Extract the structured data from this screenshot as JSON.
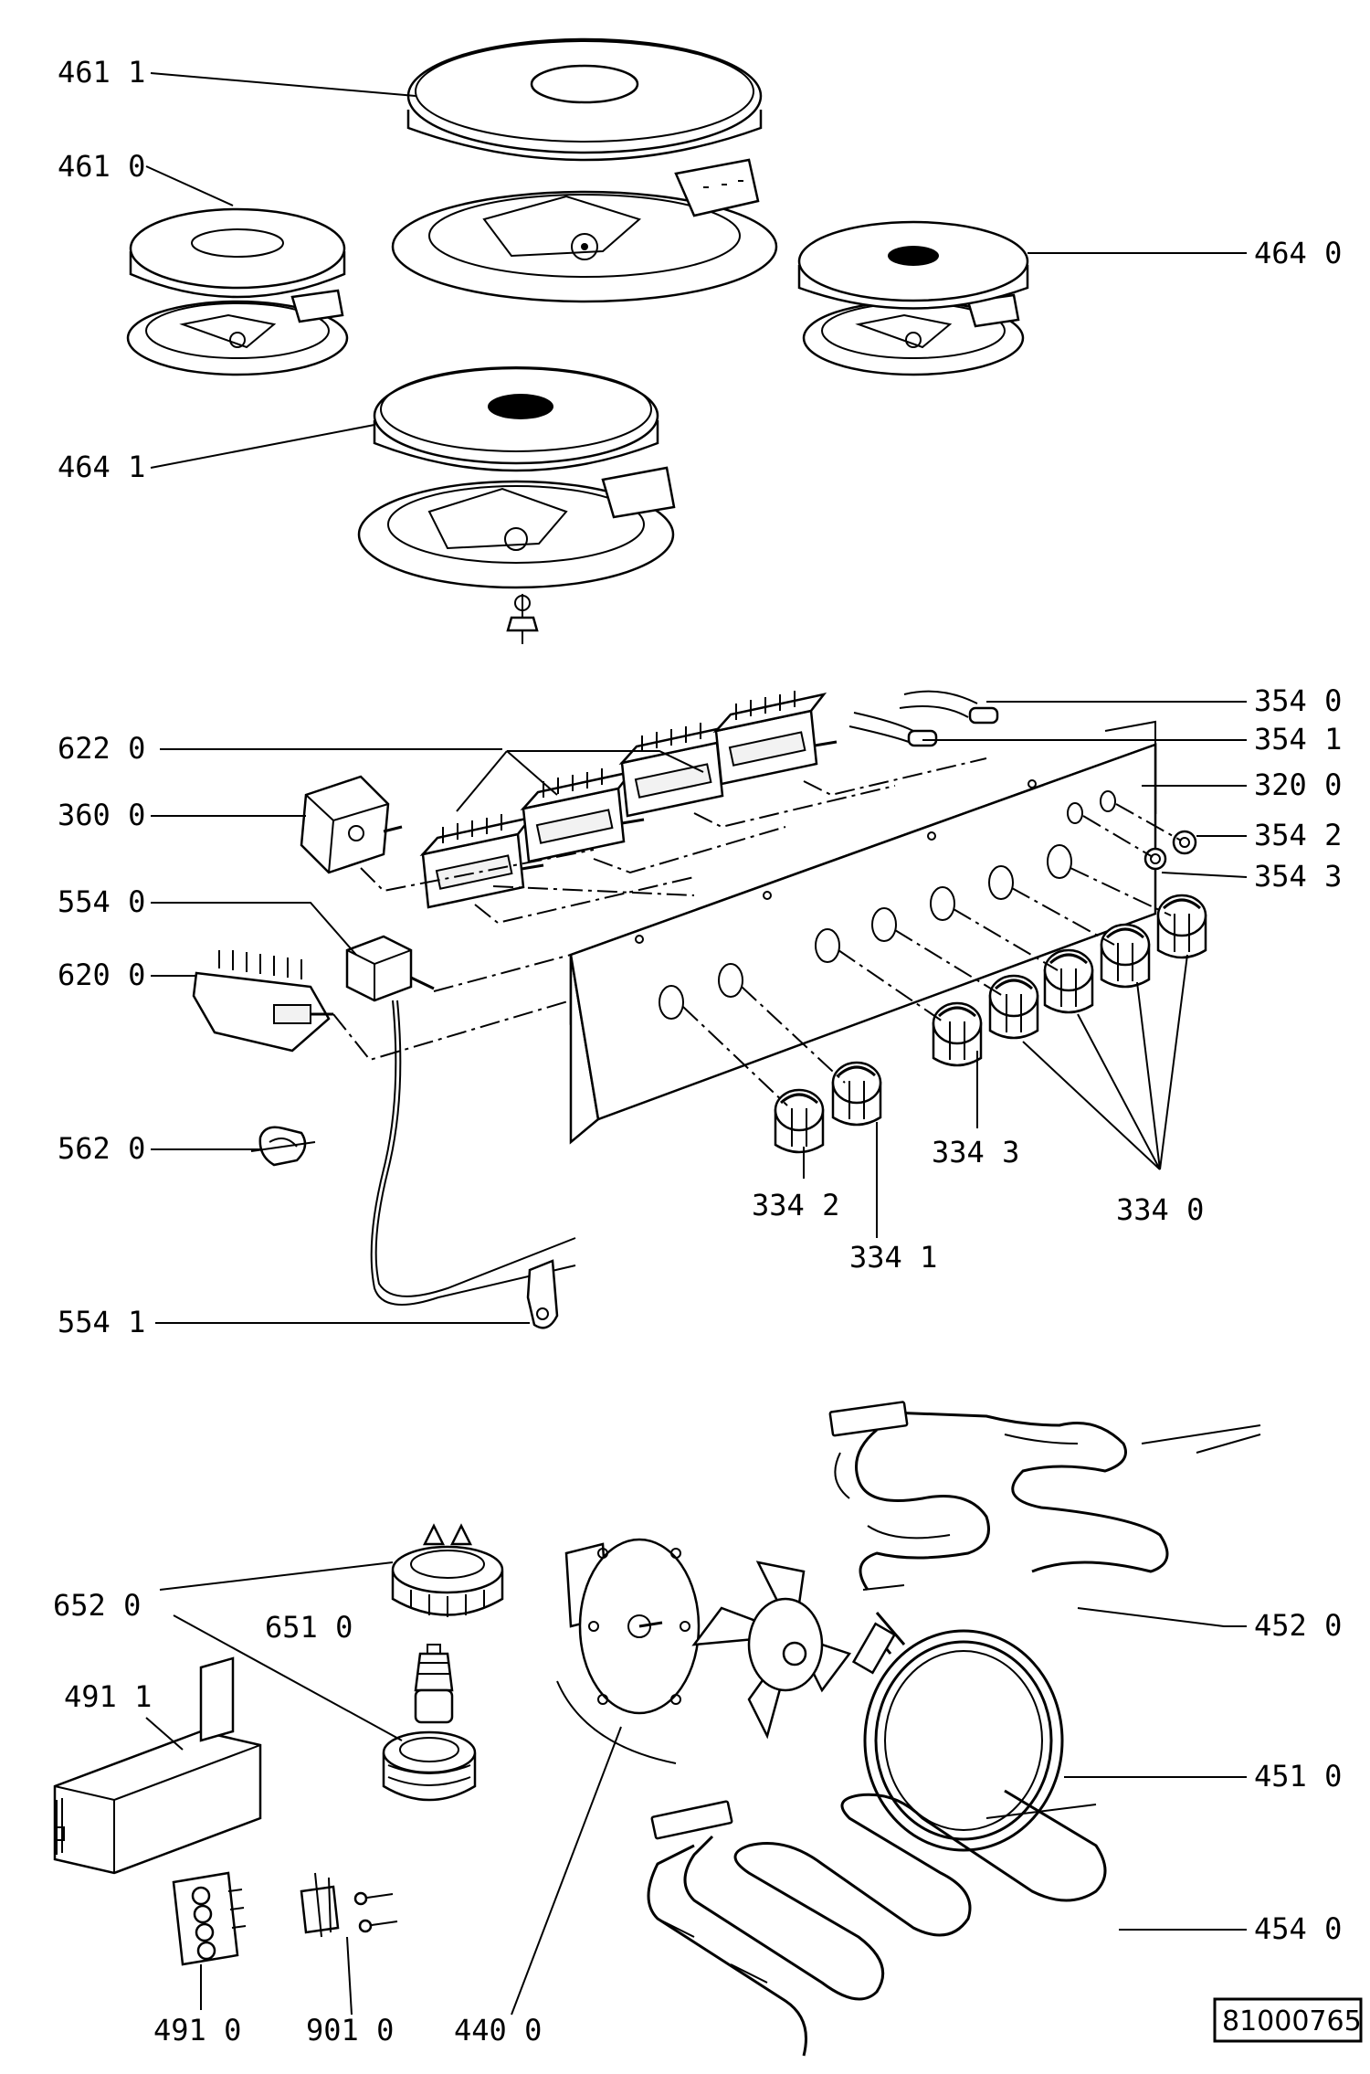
{
  "drawing_number": "81000765",
  "callouts": [
    {
      "id": "c4611",
      "text": "461  1"
    },
    {
      "id": "c4610",
      "text": "461  0"
    },
    {
      "id": "c4640",
      "text": "464  0"
    },
    {
      "id": "c4641",
      "text": "464  1"
    },
    {
      "id": "c3540",
      "text": "354  0"
    },
    {
      "id": "c3541",
      "text": "354  1"
    },
    {
      "id": "c6220",
      "text": "622  0"
    },
    {
      "id": "c3200",
      "text": "320  0"
    },
    {
      "id": "c3600",
      "text": "360  0"
    },
    {
      "id": "c3542",
      "text": "354  2"
    },
    {
      "id": "c3543",
      "text": "354  3"
    },
    {
      "id": "c5540",
      "text": "554  0"
    },
    {
      "id": "c6200",
      "text": "620  0"
    },
    {
      "id": "c5620",
      "text": "562  0"
    },
    {
      "id": "c3343",
      "text": "334  3"
    },
    {
      "id": "c3342",
      "text": "334  2"
    },
    {
      "id": "c3340",
      "text": "334  0"
    },
    {
      "id": "c3341",
      "text": "334  1"
    },
    {
      "id": "c5541",
      "text": "554  1"
    },
    {
      "id": "c6520",
      "text": "652  0"
    },
    {
      "id": "c4520",
      "text": "452  0"
    },
    {
      "id": "c6510",
      "text": "651  0"
    },
    {
      "id": "c4911",
      "text": "491  1"
    },
    {
      "id": "c4510",
      "text": "451  0"
    },
    {
      "id": "c4540",
      "text": "454  0"
    },
    {
      "id": "c4910",
      "text": "491  0"
    },
    {
      "id": "c9010",
      "text": "901  0"
    },
    {
      "id": "c4400",
      "text": "440  0"
    }
  ]
}
